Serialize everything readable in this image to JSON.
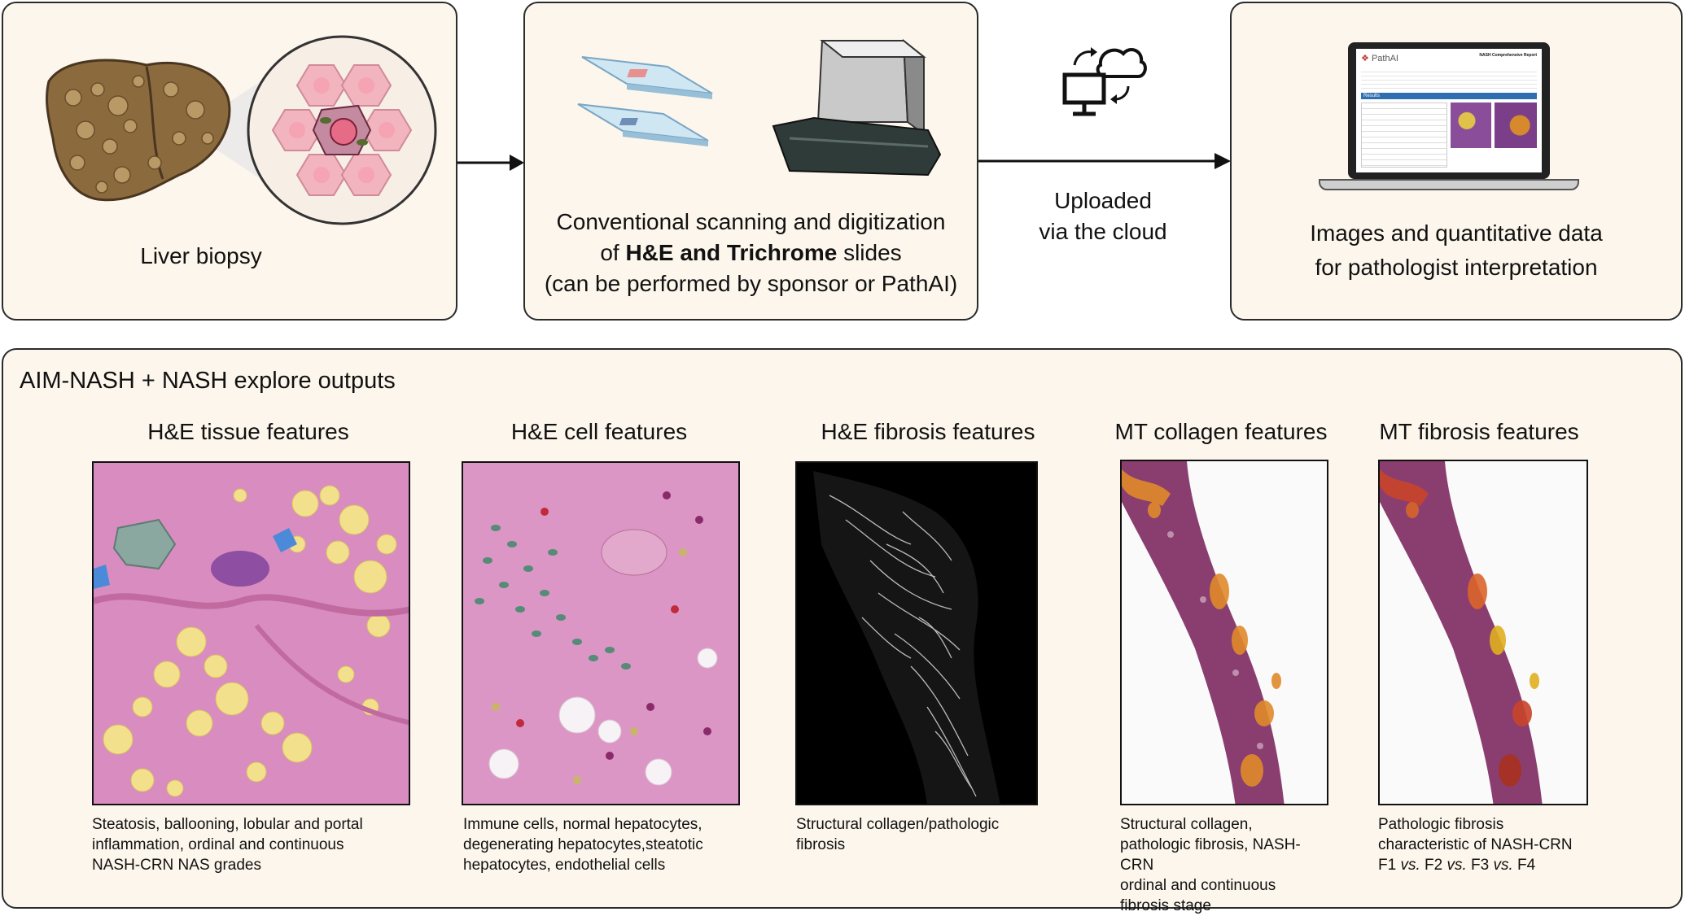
{
  "workflow": {
    "step1": {
      "caption": "Liver biopsy"
    },
    "step2": {
      "line1": "Conventional scanning and digitization",
      "line2_prefix": "of ",
      "line2_bold": "H&E and Trichrome",
      "line2_suffix": " slides",
      "line3": "(can be performed by sponsor or PathAI)"
    },
    "upload": {
      "line1": "Uploaded",
      "line2": "via the cloud"
    },
    "step4": {
      "line1": "Images and quantitative data",
      "line2": "for pathologist interpretation",
      "laptop_screen": {
        "brand": "PathAI",
        "report_title": "NASH Comprehensive Report",
        "section": "Results"
      }
    }
  },
  "outputs": {
    "heading": "AIM-NASH + NASH explore outputs",
    "panels": [
      {
        "title": "H&E tissue features",
        "caption_lines": [
          "Steatosis, ballooning, lobular and portal",
          "inflammation, ordinal and continuous",
          "NASH-CRN NAS grades"
        ]
      },
      {
        "title": "H&E cell features",
        "caption_lines": [
          "Immune cells, normal hepatocytes,",
          "degenerating hepatocytes,steatotic",
          "hepatocytes, endothelial cells"
        ]
      },
      {
        "title": "H&E fibrosis features",
        "caption_lines": [
          "Structural collagen/pathologic",
          "fibrosis"
        ]
      },
      {
        "title": "MT collagen features",
        "caption_lines": [
          "Structural collagen,",
          "pathologic fibrosis, NASH-CRN",
          "ordinal and continuous",
          "fibrosis stage"
        ]
      },
      {
        "title": "MT fibrosis features",
        "caption_line1": "Pathologic fibrosis",
        "caption_line2": "characteristic of NASH-CRN",
        "f1": "F1 ",
        "vs1": "vs.",
        "f2": " F2 ",
        "vs2": "vs.",
        "f3": " F3 ",
        "vs3": "vs.",
        "f4": " F4"
      }
    ]
  },
  "colors": {
    "box_fill": "#fcf6ec",
    "box_border": "#2b2b2b",
    "he_pink": "#d98cc0",
    "steatosis_yellow": "#f3e08c",
    "mt_purple": "#8a3e70",
    "mt_orange": "#e08a2a"
  }
}
